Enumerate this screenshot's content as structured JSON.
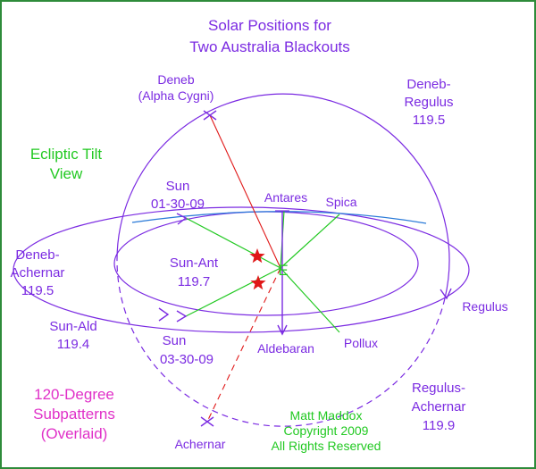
{
  "title": {
    "line1": "Solar Positions for",
    "line2": "Two Australia Blackouts"
  },
  "side_text": {
    "view": [
      "Ecliptic Tilt",
      "View"
    ],
    "subpatterns": [
      "120-Degree",
      "Subpatterns",
      "(Overlaid)"
    ],
    "copyright": [
      "Matt Maddox",
      "Copyright 2009",
      "All Rights Reserved"
    ]
  },
  "stars": {
    "deneb": [
      "Deneb",
      "(Alpha Cygni)"
    ],
    "antares": "Antares",
    "spica": "Spica",
    "regulus": "Regulus",
    "aldebaran": "Aldebaran",
    "pollux": "Pollux",
    "achernar": "Achernar",
    "earth": "E"
  },
  "sun_dates": {
    "jan": [
      "Sun",
      "01-30-09"
    ],
    "mar": [
      "Sun",
      "03-30-09"
    ]
  },
  "angles": {
    "deneb_regulus": [
      "Deneb-",
      "Regulus",
      "119.5"
    ],
    "deneb_achernar": [
      "Deneb-",
      "Achernar",
      "119.5"
    ],
    "regulus_achernar": [
      "Regulus-",
      "Achernar",
      "119.9"
    ],
    "sun_ant": [
      "Sun-Ant",
      "119.7"
    ],
    "sun_ald": [
      "Sun-Ald",
      "119.4"
    ]
  },
  "colors": {
    "purple": "#7b2be2",
    "green": "#22c922",
    "magenta": "#e030c8",
    "red": "#e01818",
    "blue": "#2a7ad8",
    "frame": "#2e8b3a"
  }
}
